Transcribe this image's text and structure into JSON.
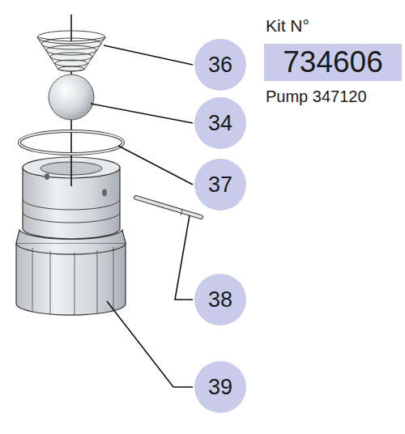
{
  "diagram": {
    "nodes": [
      {
        "text": [
          "Kit N°",
          "734606"
        ]
      },
      {
        "text": [
          "36"
        ]
      },
      {
        "text": [
          "34"
        ]
      },
      {
        "text": [
          "37"
        ]
      },
      {
        "text": [
          "38"
        ]
      },
      {
        "text": [
          "39"
        ]
      }
    ],
    "labels": [
      "Pump 347120"
    ]
  }
}
